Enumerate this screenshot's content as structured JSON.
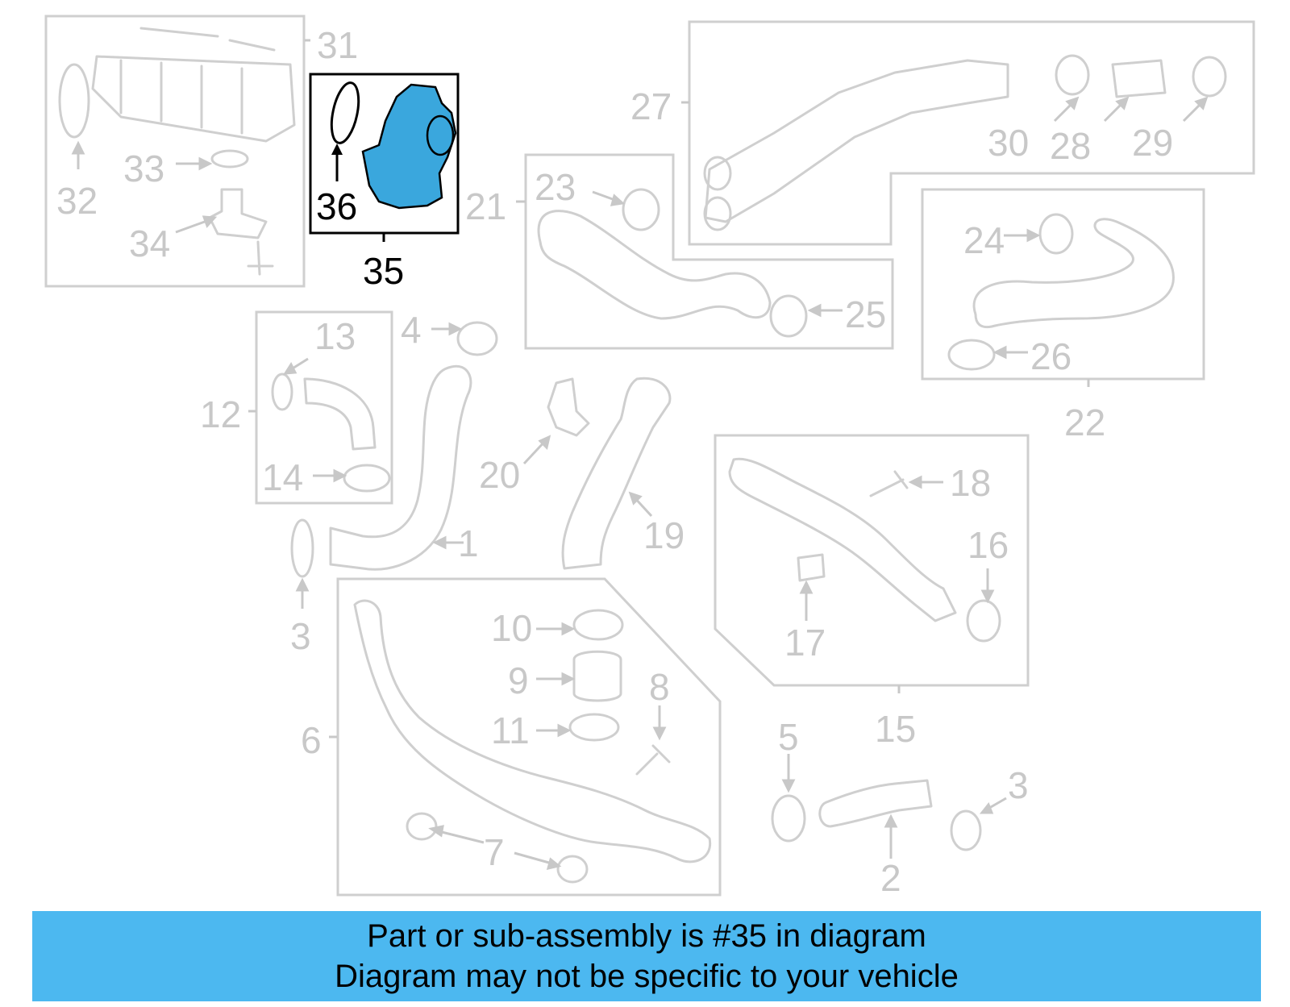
{
  "diagram": {
    "highlight_color": "#3aa7dd",
    "label_color_muted": "#c8c8c8",
    "label_color_active": "#000000",
    "callouts": {
      "c1": "1",
      "c2": "2",
      "c3a": "3",
      "c3b": "3",
      "c4": "4",
      "c5": "5",
      "c6": "6",
      "c7": "7",
      "c8": "8",
      "c9": "9",
      "c10": "10",
      "c11": "11",
      "c12": "12",
      "c13": "13",
      "c14": "14",
      "c15": "15",
      "c16": "16",
      "c17": "17",
      "c18": "18",
      "c19": "19",
      "c20": "20",
      "c21": "21",
      "c22": "22",
      "c23": "23",
      "c24": "24",
      "c25": "25",
      "c26": "26",
      "c27": "27",
      "c28": "28",
      "c29": "29",
      "c30": "30",
      "c31": "31",
      "c32": "32",
      "c33": "33",
      "c34": "34",
      "c35": "35",
      "c36": "36"
    }
  },
  "banner": {
    "background": "#4cb8f0",
    "line1": "Part or sub-assembly is #35 in diagram",
    "line2": "Diagram may not be specific to your vehicle"
  }
}
